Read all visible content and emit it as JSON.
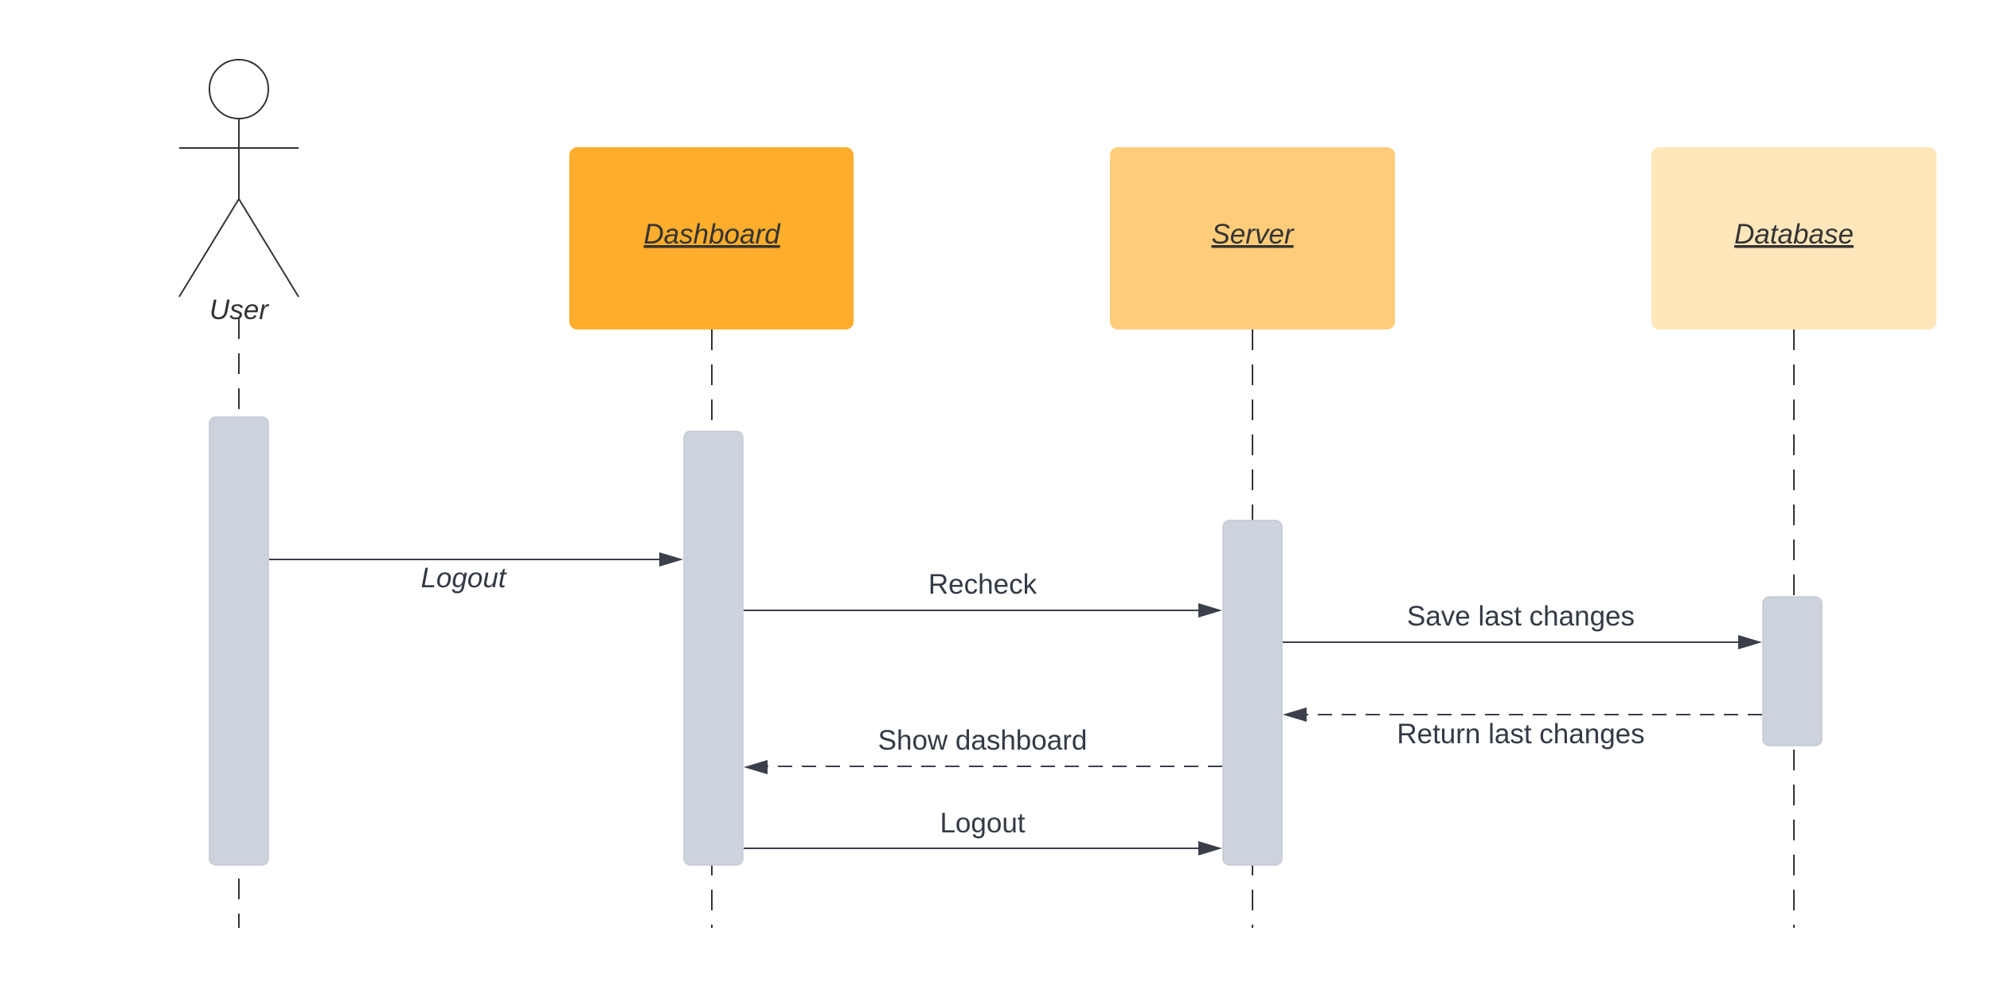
{
  "diagram": {
    "actor": {
      "label": "User"
    },
    "participants": [
      {
        "label": "Dashboard",
        "color": "#fead2c"
      },
      {
        "label": "Server",
        "color": "#ffcc7a"
      },
      {
        "label": "Database",
        "color": "#ffe6bb"
      }
    ],
    "messages": [
      {
        "label": "Logout",
        "from": "User",
        "to": "Dashboard",
        "style": "solid"
      },
      {
        "label": "Recheck",
        "from": "Dashboard",
        "to": "Server",
        "style": "solid"
      },
      {
        "label": "Save last changes",
        "from": "Server",
        "to": "Database",
        "style": "solid"
      },
      {
        "label": "Return last changes",
        "from": "Database",
        "to": "Server",
        "style": "dashed"
      },
      {
        "label": "Show dashboard",
        "from": "Server",
        "to": "Dashboard",
        "style": "dashed"
      },
      {
        "label": "Logout",
        "from": "Dashboard",
        "to": "Server",
        "style": "solid"
      }
    ],
    "colors": {
      "activation": "#cdd3dc",
      "line": "#3a3f4a"
    }
  }
}
